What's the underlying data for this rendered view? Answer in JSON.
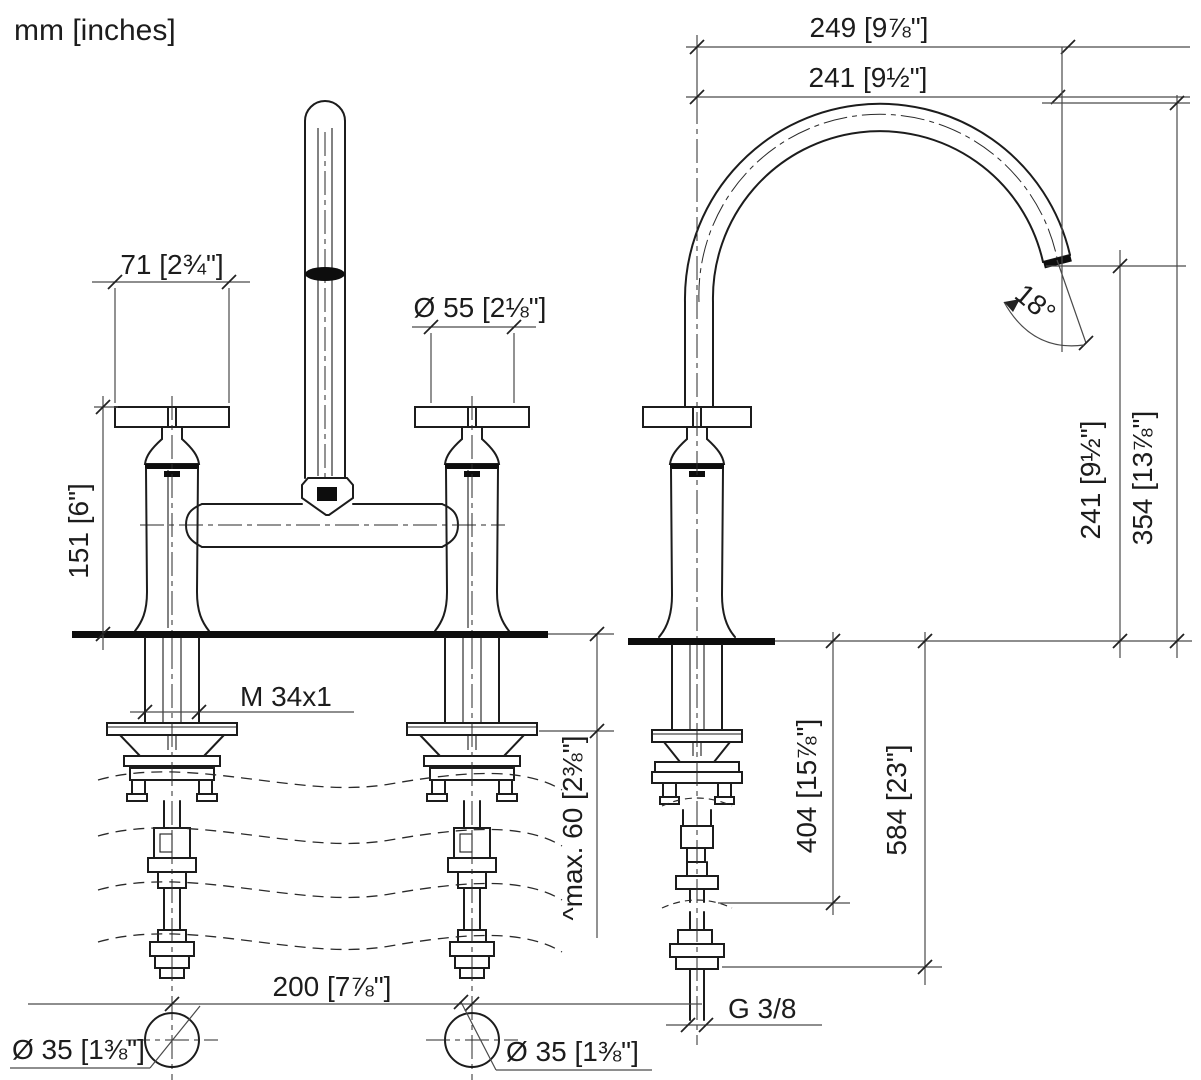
{
  "drawing": {
    "units_label": "mm [inches]",
    "front": {
      "handle_width": "71 [2¾\"]",
      "handle_diameter": "Ø 55 [2⅛\"]",
      "body_height": "151 [6\"]",
      "shank_thread": "M 34x1",
      "max_mounting_thickness": "^max. 60 [2⅜\"]",
      "hole_spacing": "200 [7⅞\"]",
      "hole_left": "Ø 35 [1⅜\"]",
      "hole_right": "Ø 35 [1⅜\"]"
    },
    "side": {
      "spout_reach_tip": "249 [9⅞\"]",
      "spout_reach_center": "241 [9½\"]",
      "outlet_height": "241 [9½\"]",
      "total_height": "354 [13⅞\"]",
      "outlet_angle": "18°",
      "valve_depth": "404 [15⅞\"]",
      "hose_depth": "584 [23\"]",
      "connection_thread": "G 3/8"
    },
    "colors": {
      "line": "#1c1c1c",
      "background": "#ffffff"
    }
  }
}
